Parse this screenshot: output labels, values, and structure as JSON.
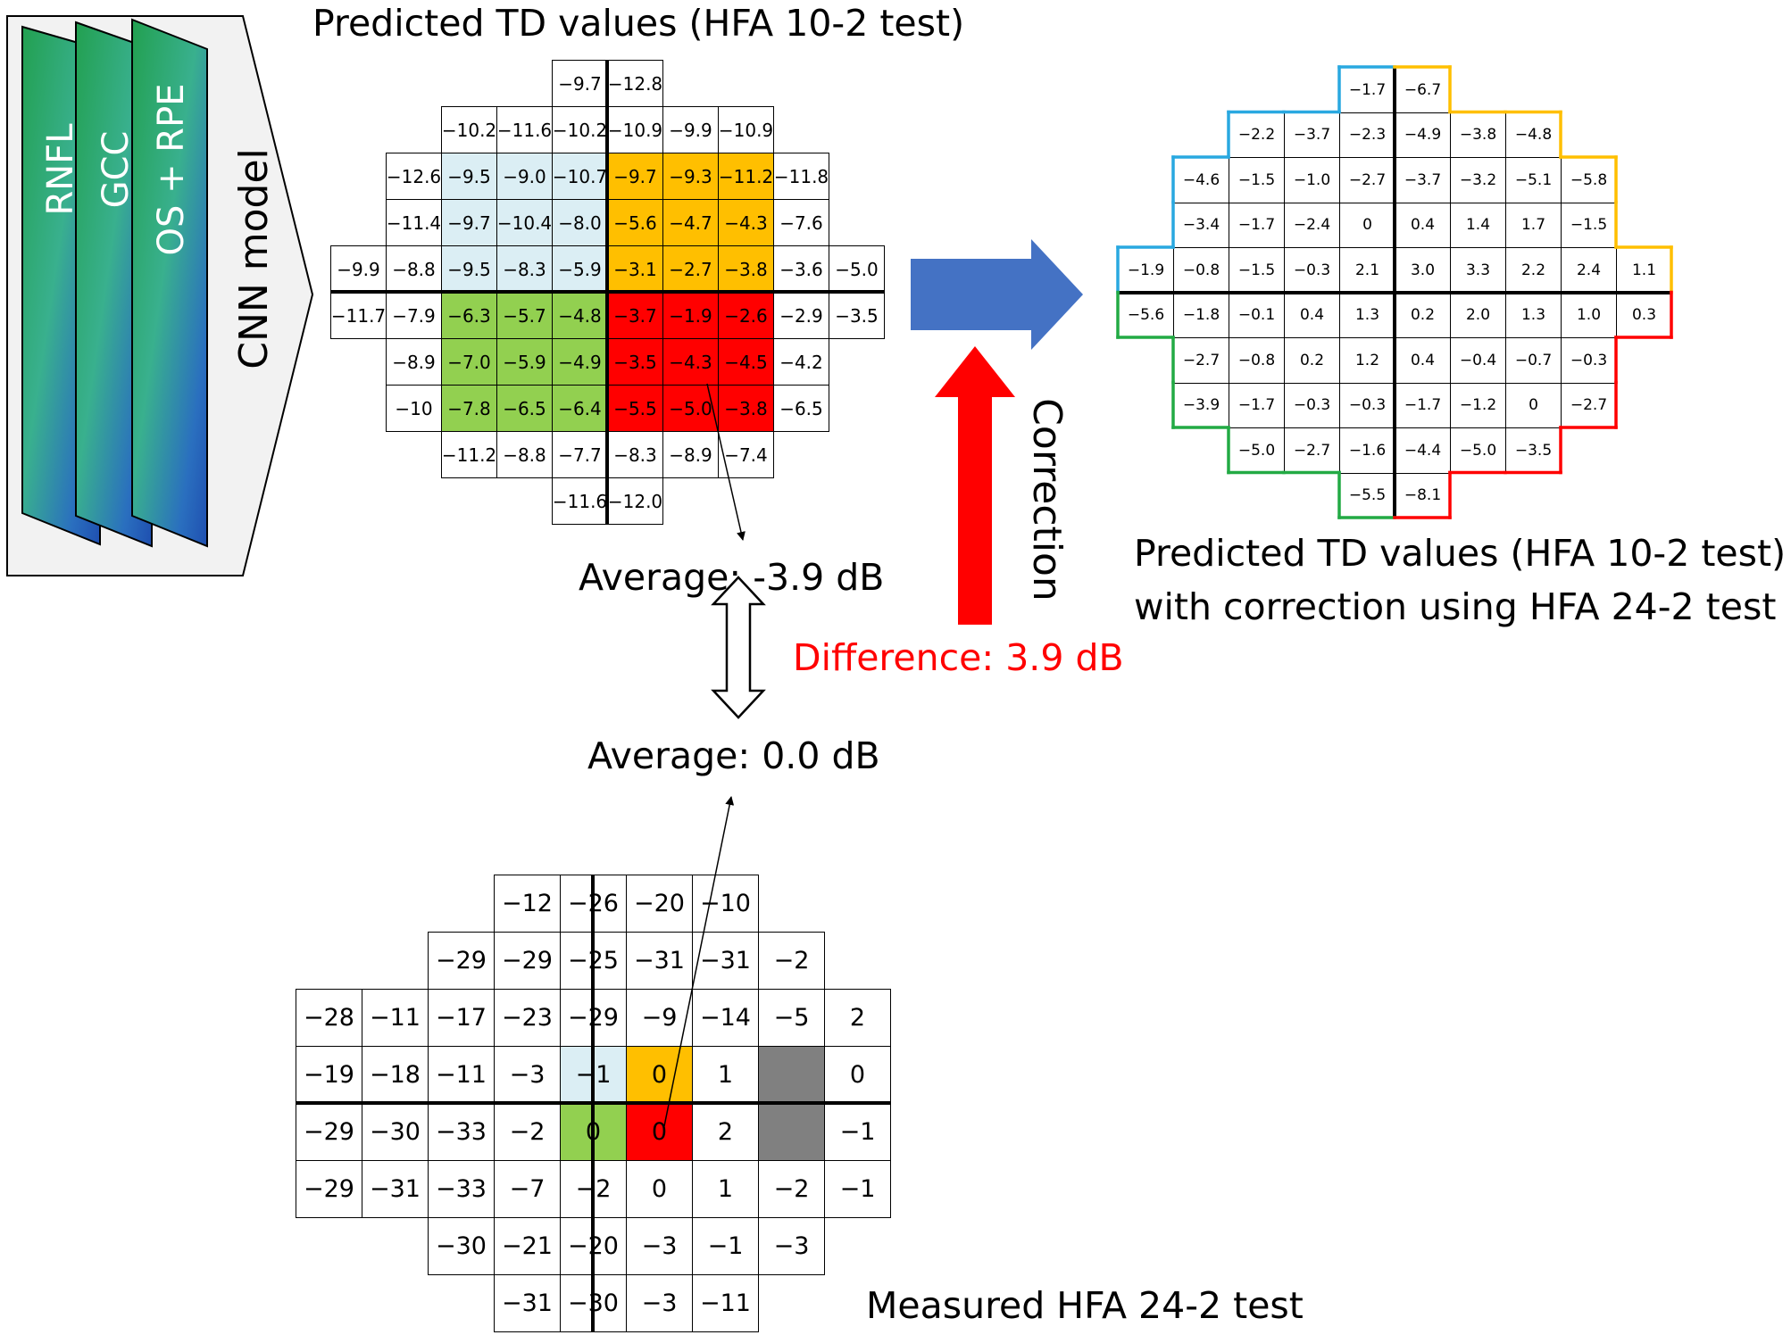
{
  "colors": {
    "light_blue": "#dbeef4",
    "orange": "#ffbf00",
    "green": "#92d050",
    "red": "#ff0000",
    "gray": "#808080",
    "blue_arrow": "#4472c4",
    "red_arrow": "#ff0000"
  },
  "cnn": {
    "model_label": "CNN model",
    "layers": [
      "RNFL",
      "GCC",
      "OS + RPE"
    ]
  },
  "predicted": {
    "title": "Predicted TD values (HFA 10-2 test)",
    "average": "Average: -3.9 dB",
    "rows": [
      [
        "",
        "",
        "",
        "",
        "−9.7",
        "−12.8",
        "",
        "",
        "",
        ""
      ],
      [
        "",
        "",
        "−10.2",
        "−11.6",
        "−10.2",
        "−10.9",
        "−9.9",
        "−10.9",
        "",
        ""
      ],
      [
        "",
        "−12.6",
        "−9.5",
        "−9.0",
        "−10.7",
        "−9.7",
        "−9.3",
        "−11.2",
        "−11.8",
        ""
      ],
      [
        "",
        "−11.4",
        "−9.7",
        "−10.4",
        "−8.0",
        "−5.6",
        "−4.7",
        "−4.3",
        "−7.6",
        ""
      ],
      [
        "−9.9",
        "−8.8",
        "−9.5",
        "−8.3",
        "−5.9",
        "−3.1",
        "−2.7",
        "−3.8",
        "−3.6",
        "−5.0"
      ],
      [
        "−11.7",
        "−7.9",
        "−6.3",
        "−5.7",
        "−4.8",
        "−3.7",
        "−1.9",
        "−2.6",
        "−2.9",
        "−3.5"
      ],
      [
        "",
        "−8.9",
        "−7.0",
        "−5.9",
        "−4.9",
        "−3.5",
        "−4.3",
        "−4.5",
        "−4.2",
        ""
      ],
      [
        "",
        "−10",
        "−7.8",
        "−6.5",
        "−6.4",
        "−5.5",
        "−5.0",
        "−3.8",
        "−6.5",
        ""
      ],
      [
        "",
        "",
        "−11.2",
        "−8.8",
        "−7.7",
        "−8.3",
        "−8.9",
        "−7.4",
        "",
        ""
      ],
      [
        "",
        "",
        "",
        "",
        "−11.6",
        "−12.0",
        "",
        "",
        "",
        ""
      ]
    ]
  },
  "corrected": {
    "title_line1": "Predicted TD values (HFA 10-2 test)",
    "title_line2": "with correction using HFA 24-2 test",
    "rows": [
      [
        "",
        "",
        "",
        "",
        "−1.7",
        "−6.7",
        "",
        "",
        "",
        ""
      ],
      [
        "",
        "",
        "−2.2",
        "−3.7",
        "−2.3",
        "−4.9",
        "−3.8",
        "−4.8",
        "",
        ""
      ],
      [
        "",
        "−4.6",
        "−1.5",
        "−1.0",
        "−2.7",
        "−3.7",
        "−3.2",
        "−5.1",
        "−5.8",
        ""
      ],
      [
        "",
        "−3.4",
        "−1.7",
        "−2.4",
        "0",
        "0.4",
        "1.4",
        "1.7",
        "−1.5",
        ""
      ],
      [
        "−1.9",
        "−0.8",
        "−1.5",
        "−0.3",
        "2.1",
        "3.0",
        "3.3",
        "2.2",
        "2.4",
        "1.1"
      ],
      [
        "−5.6",
        "−1.8",
        "−0.1",
        "0.4",
        "1.3",
        "0.2",
        "2.0",
        "1.3",
        "1.0",
        "0.3"
      ],
      [
        "",
        "−2.7",
        "−0.8",
        "0.2",
        "1.2",
        "0.4",
        "−0.4",
        "−0.7",
        "−0.3",
        ""
      ],
      [
        "",
        "−3.9",
        "−1.7",
        "−0.3",
        "−0.3",
        "−1.7",
        "−1.2",
        "0",
        "−2.7",
        ""
      ],
      [
        "",
        "",
        "−5.0",
        "−2.7",
        "−1.6",
        "−4.4",
        "−5.0",
        "−3.5",
        "",
        ""
      ],
      [
        "",
        "",
        "",
        "",
        "−5.5",
        "−8.1",
        "",
        "",
        "",
        ""
      ]
    ]
  },
  "measured": {
    "title": "Measured HFA 24-2 test",
    "average": "Average: 0.0 dB",
    "rows": [
      [
        "",
        "",
        "",
        "−12",
        "−26",
        "−20",
        "−10",
        "",
        ""
      ],
      [
        "",
        "",
        "−29",
        "−29",
        "−25",
        "−31",
        "−31",
        "−2",
        ""
      ],
      [
        "−28",
        "−11",
        "−17",
        "−23",
        "−29",
        "−9",
        "−14",
        "−5",
        "2"
      ],
      [
        "−19",
        "−18",
        "−11",
        "−3",
        "−1",
        "0",
        "1",
        "",
        "0"
      ],
      [
        "−29",
        "−30",
        "−33",
        "−2",
        "0",
        "0",
        "2",
        "",
        "−1"
      ],
      [
        "−29",
        "−31",
        "−33",
        "−7",
        "−2",
        "0",
        "1",
        "−2",
        "−1"
      ],
      [
        "",
        "",
        "−30",
        "−21",
        "−20",
        "−3",
        "−1",
        "−3",
        ""
      ],
      [
        "",
        "",
        "",
        "−31",
        "−30",
        "−3",
        "−11",
        "",
        ""
      ]
    ]
  },
  "difference": "Difference: 3.9 dB",
  "correction": "Correction"
}
